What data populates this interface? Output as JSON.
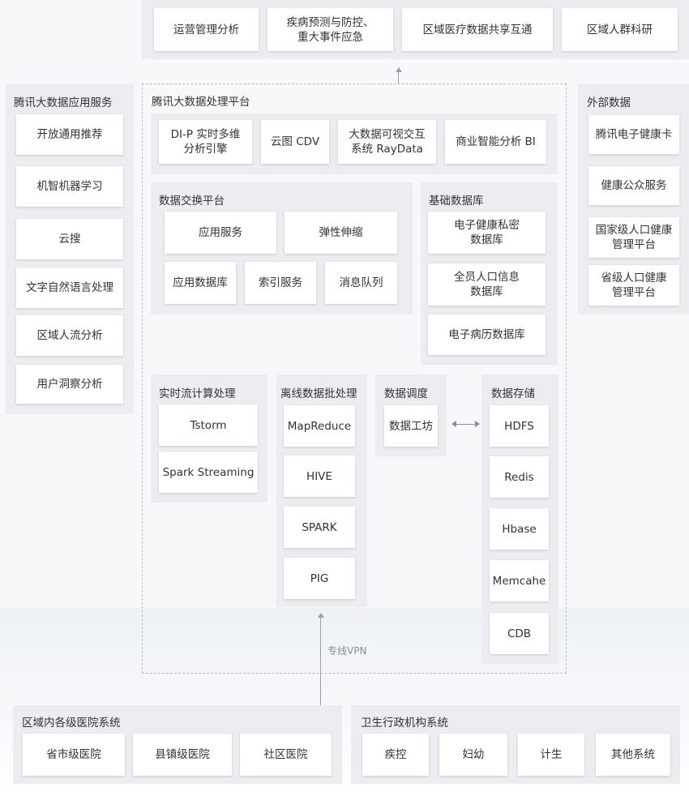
{
  "top_apps": [
    "运营管理分析",
    "疾病预测与防控、\n重大事件应急",
    "区域医疗数据共享互通",
    "区域人群科研"
  ],
  "left_panel": {
    "title": "腾讯大数据应用服务",
    "items": [
      "开放通用推荐",
      "机智机器学习",
      "云搜",
      "文字自然语言处理",
      "区域人流分析",
      "用户洞察分析"
    ]
  },
  "right_panel": {
    "title": "外部数据",
    "items": [
      "腾讯电子健康卡",
      "健康公众服务",
      "国家级人口健康\n管理平台",
      "省级人口健康\n管理平台"
    ]
  },
  "platform": {
    "title": "腾讯大数据处理平台",
    "tools": [
      "DI-P 实时多维\n分析引擎",
      "云图 CDV",
      "大数据可视交互\n系统 RayData",
      "商业智能分析 BI"
    ],
    "exchange": {
      "title": "数据交换平台",
      "items": [
        "应用服务",
        "弹性伸缩",
        "应用数据库",
        "索引服务",
        "消息队列"
      ]
    },
    "basedb": {
      "title": "基础数据库",
      "items": [
        "电子健康私密\n数据库",
        "全员人口信息\n数据库",
        "电子病历数据库"
      ]
    },
    "stream": {
      "title": "实时流计算处理",
      "items": [
        "Tstorm",
        "Spark Streaming"
      ]
    },
    "batch": {
      "title": "离线数据批处理",
      "items": [
        "MapReduce",
        "HIVE",
        "SPARK",
        "PIG"
      ]
    },
    "schedule": {
      "title": "数据调度",
      "items": [
        "数据工坊"
      ]
    },
    "storage": {
      "title": "数据存储",
      "items": [
        "HDFS",
        "Redis",
        "Hbase",
        "Memcahe",
        "CDB"
      ]
    }
  },
  "vpn_label": "专线VPN",
  "hospital": {
    "title": "区域内各级医院系统",
    "items": [
      "省市级医院",
      "县镇级医院",
      "社区医院"
    ]
  },
  "health_admin": {
    "title": "卫生行政机构系统",
    "items": [
      "疾控",
      "妇幼",
      "计生",
      "其他系统"
    ]
  }
}
